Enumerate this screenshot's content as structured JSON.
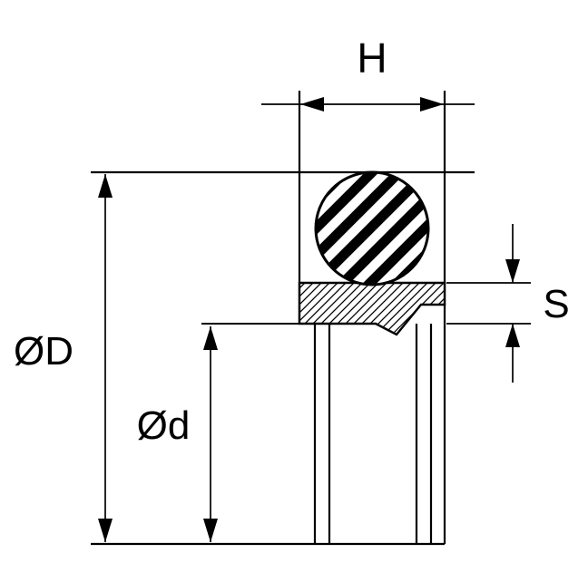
{
  "diagram": {
    "labels": {
      "groove_width": "H",
      "outer_diameter": "ØD",
      "inner_diameter": "Ød",
      "profile_height": "S"
    },
    "colors": {
      "line": "#000000",
      "background": "#ffffff"
    }
  }
}
